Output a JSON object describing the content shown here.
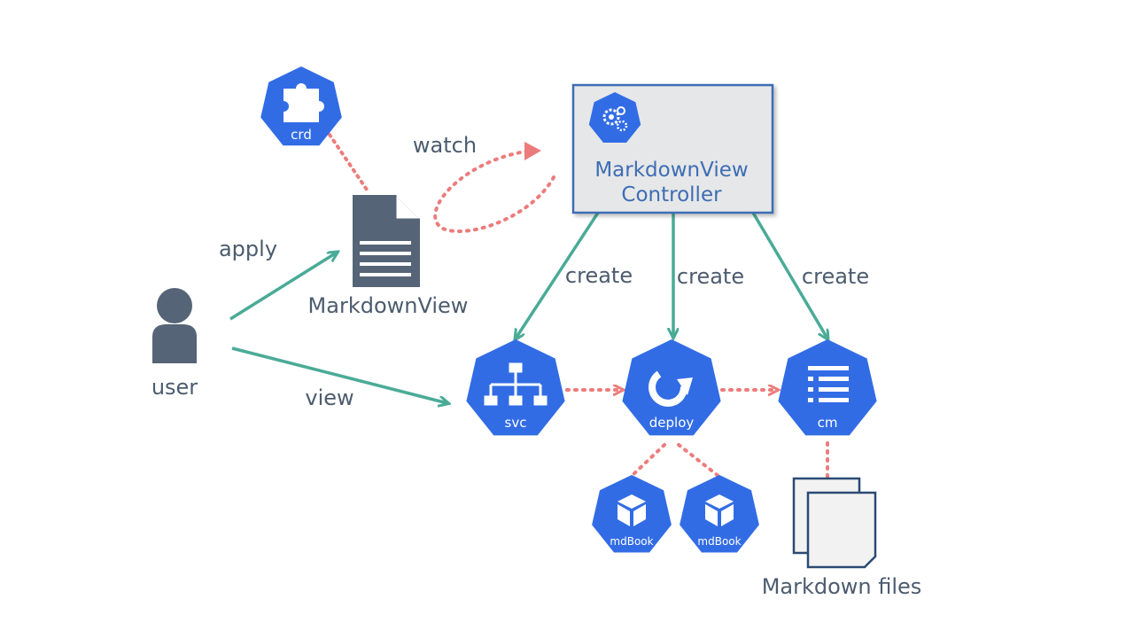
{
  "nodes": {
    "crd": "crd",
    "markdownview": "MarkdownView",
    "controller_line1": "MarkdownView",
    "controller_line2": "Controller",
    "user": "user",
    "svc": "svc",
    "deploy": "deploy",
    "cm": "cm",
    "mdbook_1": "mdBook",
    "mdbook_2": "mdBook",
    "markdown_files": "Markdown files"
  },
  "edges": {
    "watch": "watch",
    "apply": "apply",
    "view": "view",
    "create_svc": "create",
    "create_deploy": "create",
    "create_cm": "create"
  },
  "colors": {
    "k8s_blue": "#326ce5",
    "green_arrow": "#4aab97",
    "dotted_red": "#ec7c7c",
    "slate": "#556476",
    "controller_fill": "#e6e7e8",
    "controller_border": "#3d6db4"
  }
}
